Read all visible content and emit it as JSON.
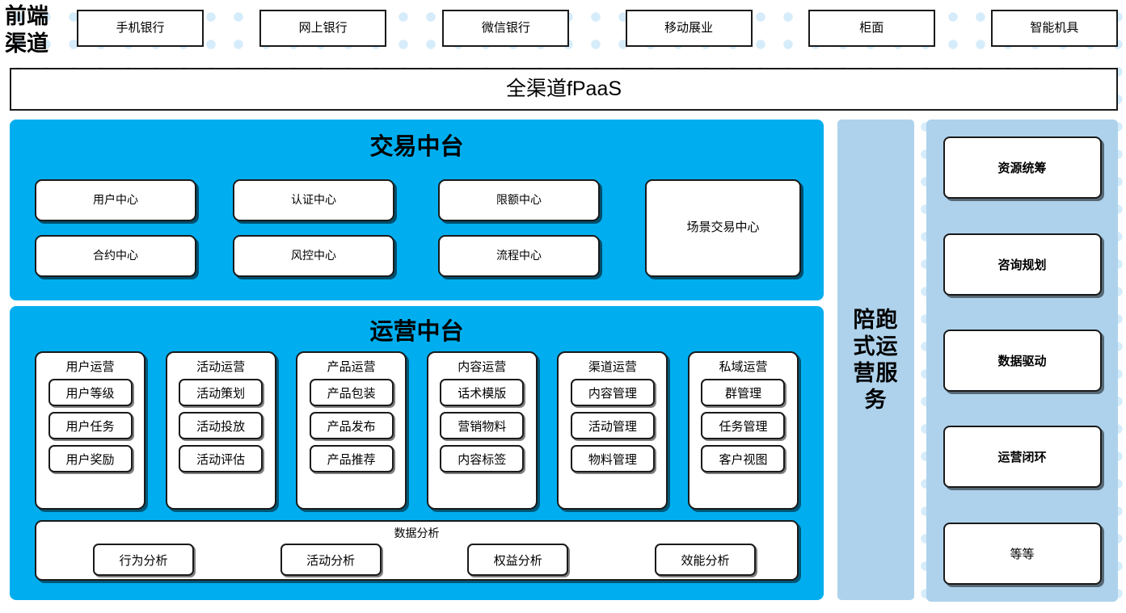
{
  "frontend": {
    "label_line1": "前端",
    "label_line2": "渠道",
    "channels": [
      {
        "label": "手机银行"
      },
      {
        "label": "网上银行"
      },
      {
        "label": "微信银行"
      },
      {
        "label": "移动展业"
      },
      {
        "label": "柜面"
      },
      {
        "label": "智能机具"
      }
    ]
  },
  "fpaas": {
    "label": "全渠道fPaaS"
  },
  "trade_center": {
    "title": "交易中台",
    "left_items": [
      {
        "label": "用户中心"
      },
      {
        "label": "认证中心"
      },
      {
        "label": "限额中心"
      },
      {
        "label": "合约中心"
      },
      {
        "label": "风控中心"
      },
      {
        "label": "流程中心"
      }
    ],
    "scene_box": {
      "label": "场景交易中心"
    }
  },
  "ops_center": {
    "title": "运营中台",
    "groups": [
      {
        "title": "用户运营",
        "items": [
          "用户等级",
          "用户任务",
          "用户奖励"
        ]
      },
      {
        "title": "活动运营",
        "items": [
          "活动策划",
          "活动投放",
          "活动评估"
        ]
      },
      {
        "title": "产品运营",
        "items": [
          "产品包装",
          "产品发布",
          "产品推荐"
        ]
      },
      {
        "title": "内容运营",
        "items": [
          "话术模版",
          "营销物料",
          "内容标签"
        ]
      },
      {
        "title": "渠道运营",
        "items": [
          "内容管理",
          "活动管理",
          "物料管理"
        ]
      },
      {
        "title": "私域运营",
        "items": [
          "群管理",
          "任务管理",
          "客户视图"
        ]
      }
    ],
    "data_analysis": {
      "title": "数据分析",
      "items": [
        "行为分析",
        "活动分析",
        "权益分析",
        "效能分析"
      ]
    }
  },
  "escort_service": {
    "label": "陪跑式运营服务"
  },
  "right_services": {
    "items": [
      {
        "label": "资源统筹",
        "bold": true
      },
      {
        "label": "咨询规划",
        "bold": true
      },
      {
        "label": "数据驱动",
        "bold": true
      },
      {
        "label": "运营闭环",
        "bold": true
      },
      {
        "label": "等等",
        "bold": false
      }
    ]
  },
  "colors": {
    "cyan_panel": "#00AEEF",
    "light_blue_panel": "#AED2EC",
    "dot_blue": "#D6ECFA",
    "border": "#1A1A1A",
    "box_fill": "#FFFFFF"
  }
}
